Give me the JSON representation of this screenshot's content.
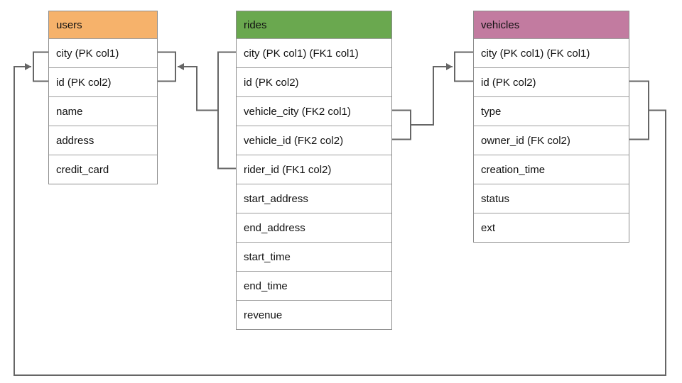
{
  "diagram": {
    "title": "database schema diagram",
    "line_color": "#666666",
    "tables": [
      {
        "name": "users",
        "header_color": "#F6B26B",
        "columns": [
          "city (PK col1)",
          "id (PK col2)",
          "name",
          "address",
          "credit_card"
        ]
      },
      {
        "name": "rides",
        "header_color": "#6AA84F",
        "columns": [
          "city (PK col1) (FK1 col1)",
          "id (PK col2)",
          "vehicle_city (FK2 col1)",
          "vehicle_id (FK2 col2)",
          "rider_id (FK1 col2)",
          "start_address",
          "end_address",
          "start_time",
          "end_time",
          "revenue"
        ]
      },
      {
        "name": "vehicles",
        "header_color": "#C27BA0",
        "columns": [
          "city (PK col1) (FK col1)",
          "id (PK col2)",
          "type",
          "owner_id (FK col2)",
          "creation_time",
          "status",
          "ext"
        ]
      }
    ],
    "relationships": [
      {
        "from": "rides",
        "from_columns": [
          "city (FK1 col1)",
          "rider_id (FK1 col2)"
        ],
        "to": "users",
        "to_columns": [
          "city (PK col1)",
          "id (PK col2)"
        ]
      },
      {
        "from": "rides",
        "from_columns": [
          "vehicle_city (FK2 col1)",
          "vehicle_id (FK2 col2)"
        ],
        "to": "vehicles",
        "to_columns": [
          "city (PK col1)",
          "id (PK col2)"
        ]
      },
      {
        "from": "vehicles",
        "from_columns": [
          "city (FK col1)",
          "owner_id (FK col2)"
        ],
        "to": "users",
        "to_columns": [
          "city (PK col1)",
          "id (PK col2)"
        ]
      }
    ]
  }
}
